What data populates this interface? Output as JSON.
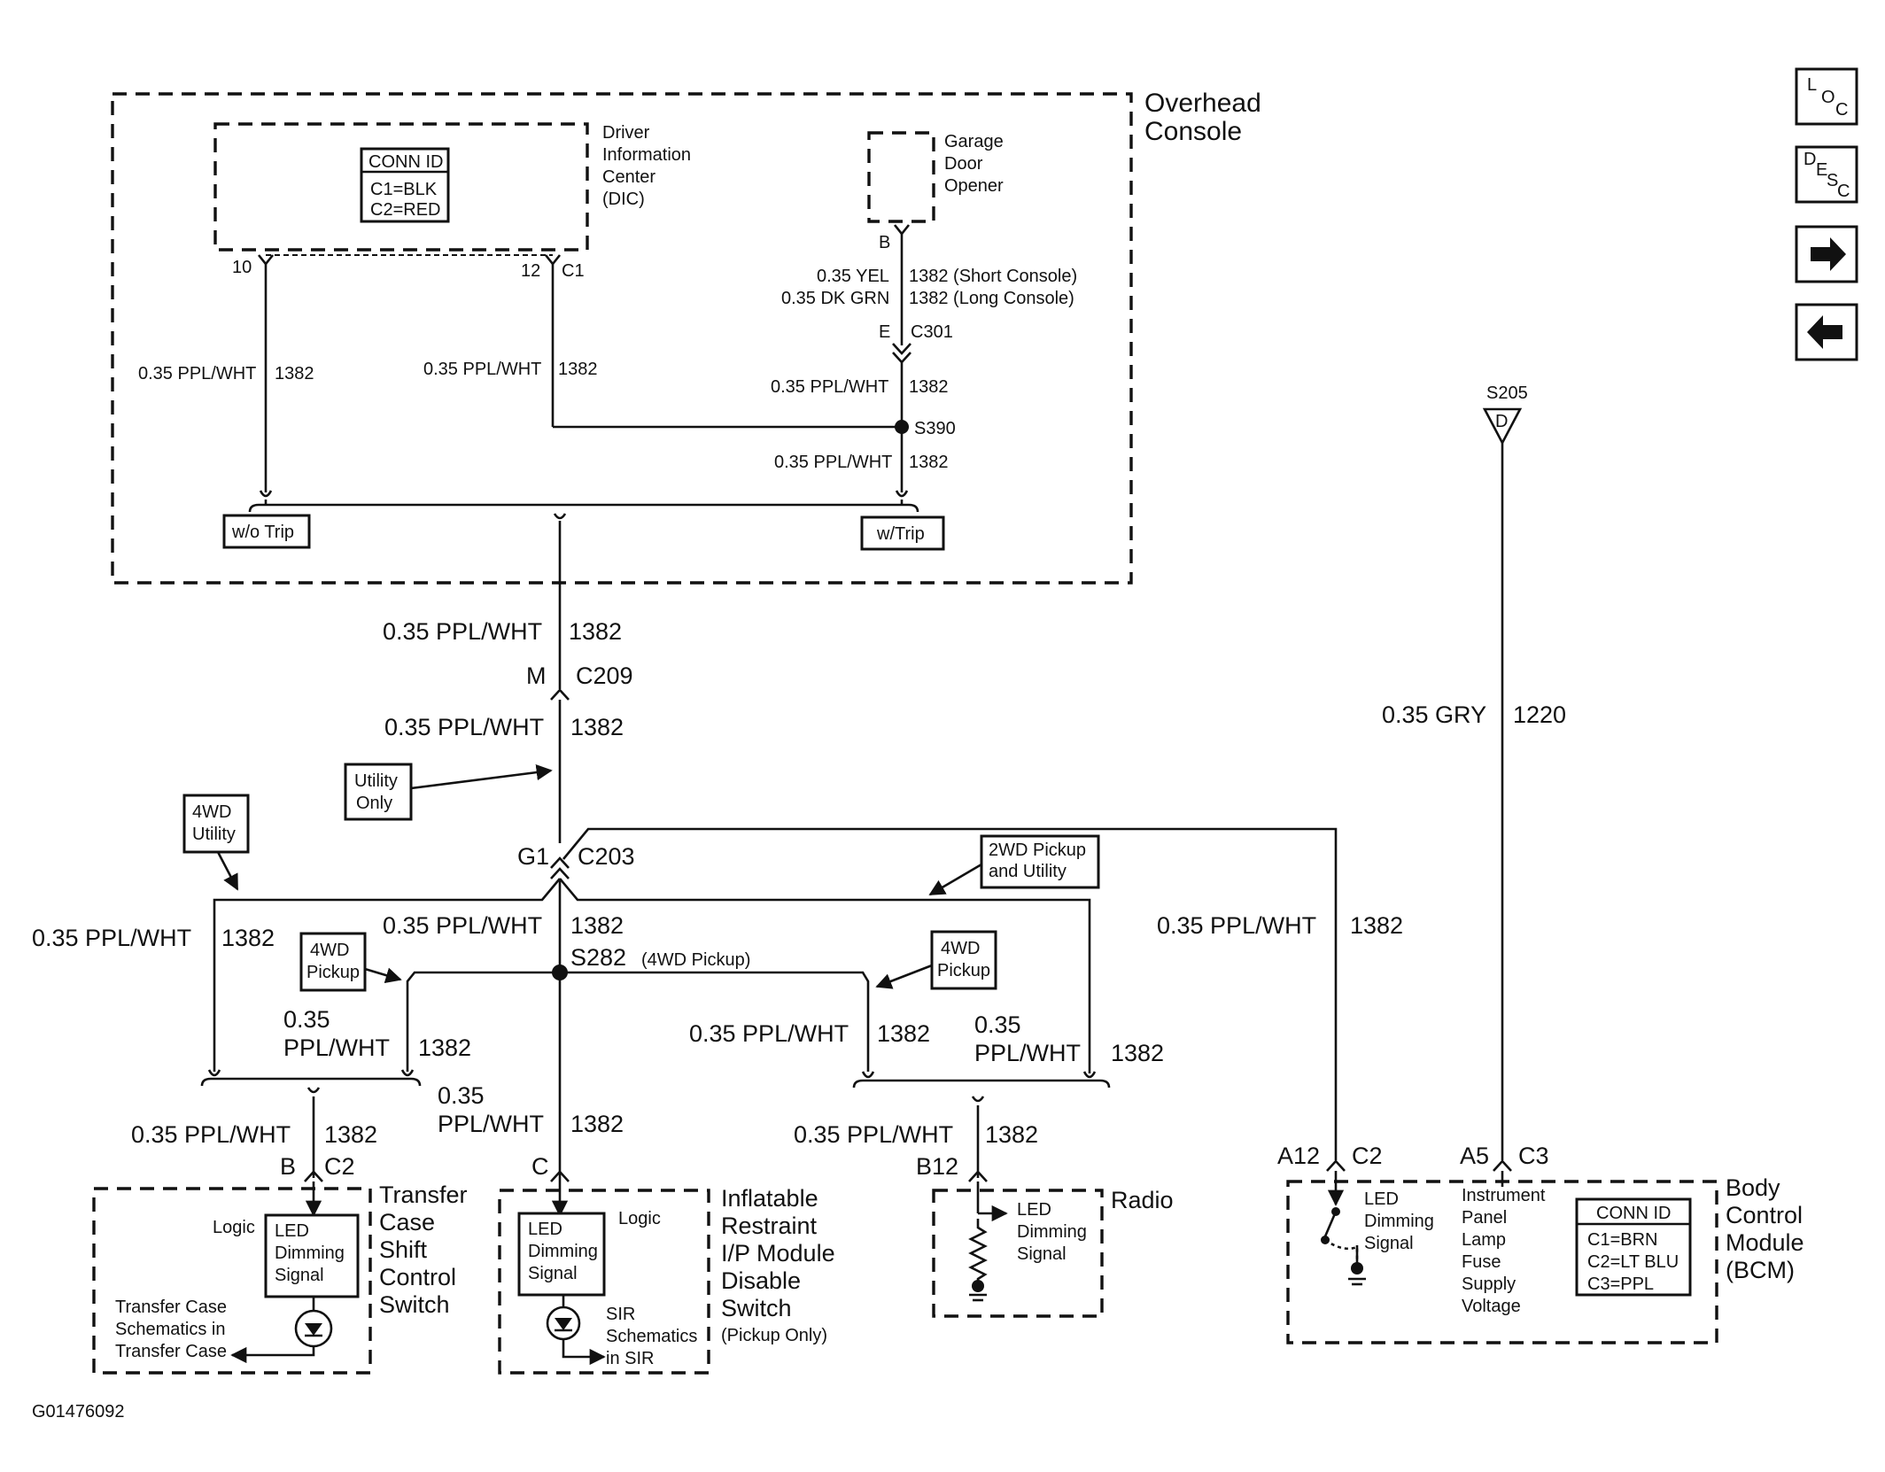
{
  "figure_id": "G01476092",
  "nav": {
    "loc": {
      "l1": "L",
      "l2": "O",
      "l3": "C"
    },
    "desc": {
      "l1": "D",
      "l2": "E",
      "l3": "S",
      "l4": "C"
    }
  },
  "overhead": {
    "title1": "Overhead",
    "title2": "Console",
    "dic_l1": "Driver",
    "dic_l2": "Information",
    "dic_l3": "Center",
    "dic_l4": "(DIC)",
    "conn_title": "CONN ID",
    "conn_c1": "C1=BLK",
    "conn_c2": "C2=RED",
    "pin10": "10",
    "pin12": "12",
    "c1": "C1",
    "gdo_l1": "Garage",
    "gdo_l2": "Door",
    "gdo_l3": "Opener",
    "pin_b": "B",
    "yel": "0.35 YEL",
    "short": "1382 (Short Console)",
    "dkgrn": "0.35 DK GRN",
    "long": "1382 (Long Console)",
    "pin_e": "E",
    "c301": "C301",
    "w_left": "0.35 PPL/WHT",
    "c_left": "1382",
    "w_mid": "0.35 PPL/WHT",
    "c_mid": "1382",
    "w_r1": "0.35 PPL/WHT",
    "c_r1": "1382",
    "s390": "S390",
    "w_r2": "0.35 PPL/WHT",
    "c_r2": "1382",
    "wo_trip": "w/o Trip",
    "w_trip": "w/Trip"
  },
  "trunk": {
    "w1": "0.35 PPL/WHT",
    "c1": "1382",
    "pin_m": "M",
    "c209": "C209",
    "w2": "0.35 PPL/WHT",
    "c2": "1382",
    "utility_l1": "Utility",
    "utility_l2": "Only",
    "g1": "G1",
    "c203": "C203",
    "u4wd_l1": "4WD",
    "u4wd_l2": "Utility",
    "p2wd_l1": "2WD Pickup",
    "p2wd_l2": "and Utility",
    "w3": "0.35 PPL/WHT",
    "c3": "1382",
    "s282": "S282",
    "s282_note": "(4WD Pickup)",
    "w_fl": "0.35 PPL/WHT",
    "c_fl": "1382",
    "p4wd_l_l1": "4WD",
    "p4wd_l_l2": "Pickup",
    "p4wd_r_l1": "4WD",
    "p4wd_r_l2": "Pickup",
    "w_ll1": "0.35",
    "w_ll2": "PPL/WHT",
    "c_ll": "1382",
    "w_rl": "0.35 PPL/WHT",
    "c_rl": "1382",
    "w_rr1": "0.35",
    "w_rr2": "PPL/WHT",
    "c_rr": "1382",
    "w_tc": "0.35 PPL/WHT",
    "c_tc": "1382",
    "w_c1": "0.35",
    "w_c2": "PPL/WHT",
    "c_c": "1382",
    "w_rad": "0.35 PPL/WHT",
    "c_rad": "1382"
  },
  "transfer": {
    "pin_b": "B",
    "c2": "C2",
    "logic": "Logic",
    "led_l1": "LED",
    "led_l2": "Dimming",
    "led_l3": "Signal",
    "n1": "Transfer Case",
    "n2": "Schematics in",
    "n3": "Transfer Case",
    "t1": "Transfer",
    "t2": "Case",
    "t3": "Shift",
    "t4": "Control",
    "t5": "Switch"
  },
  "inflatable": {
    "pin_c": "C",
    "logic": "Logic",
    "led_l1": "LED",
    "led_l2": "Dimming",
    "led_l3": "Signal",
    "n1": "SIR",
    "n2": "Schematics",
    "n3": "in SIR",
    "t1": "Inflatable",
    "t2": "Restraint",
    "t3": "I/P Module",
    "t4": "Disable",
    "t5": "Switch",
    "t6": "(Pickup Only)"
  },
  "radio": {
    "pin": "B12",
    "title": "Radio",
    "led_l1": "LED",
    "led_l2": "Dimming",
    "led_l3": "Signal"
  },
  "bcm": {
    "s205": "S205",
    "d": "D",
    "w_gry": "0.35 GRY",
    "c_gry": "1220",
    "w_ppl": "0.35 PPL/WHT",
    "c_ppl": "1382",
    "a12": "A12",
    "c2": "C2",
    "a5": "A5",
    "c3": "C3",
    "led_l1": "LED",
    "led_l2": "Dimming",
    "led_l3": "Signal",
    "ip_l1": "Instrument",
    "ip_l2": "Panel",
    "ip_l3": "Lamp",
    "ip_l4": "Fuse",
    "ip_l5": "Supply",
    "ip_l6": "Voltage",
    "conn_title": "CONN ID",
    "conn_c1": "C1=BRN",
    "conn_c2": "C2=LT BLU",
    "conn_c3": "C3=PPL",
    "t1": "Body",
    "t2": "Control",
    "t3": "Module",
    "t4": "(BCM)"
  }
}
